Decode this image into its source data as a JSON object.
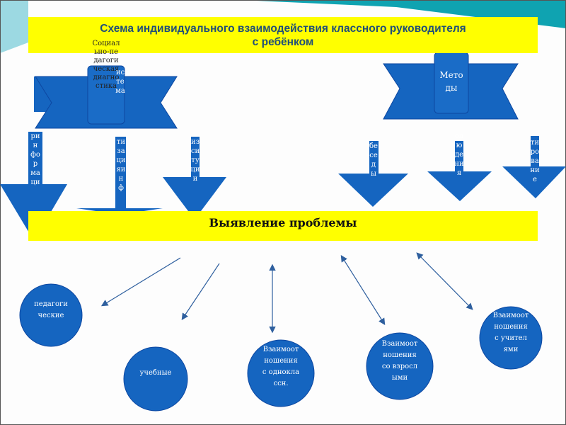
{
  "title": "Схема индивидуального взаимодействия классного руководителя\nс ребёнком",
  "banners": {
    "left": "Социально-педагогическая диагностика",
    "right": "Методы"
  },
  "left_arrows": [
    "ринформаци",
    "тизацияинф",
    "изситуции"
  ],
  "left_scroll_side_text": "истема",
  "right_arrows": [
    "беседы",
    "олюдения",
    "тирование"
  ],
  "band": "Выявление проблемы",
  "circles": [
    "педагогические",
    "учебные",
    "Взаимоотношения с одноклассн.",
    "Взаимоотношения со взрослыми",
    "Взаимоотношения с учителями"
  ],
  "colors": {
    "accent": "#1565c0",
    "yellow": "#ffff00",
    "title_text": "#1f4e79",
    "teal": "#3bb8c4"
  }
}
